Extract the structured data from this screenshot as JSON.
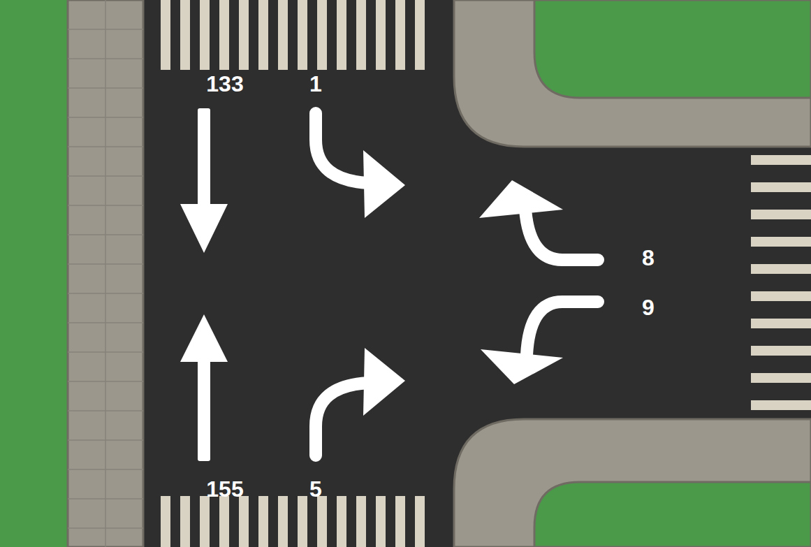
{
  "diagram": {
    "labels": [
      "133",
      "1",
      "8",
      "9",
      "155",
      "5"
    ]
  }
}
